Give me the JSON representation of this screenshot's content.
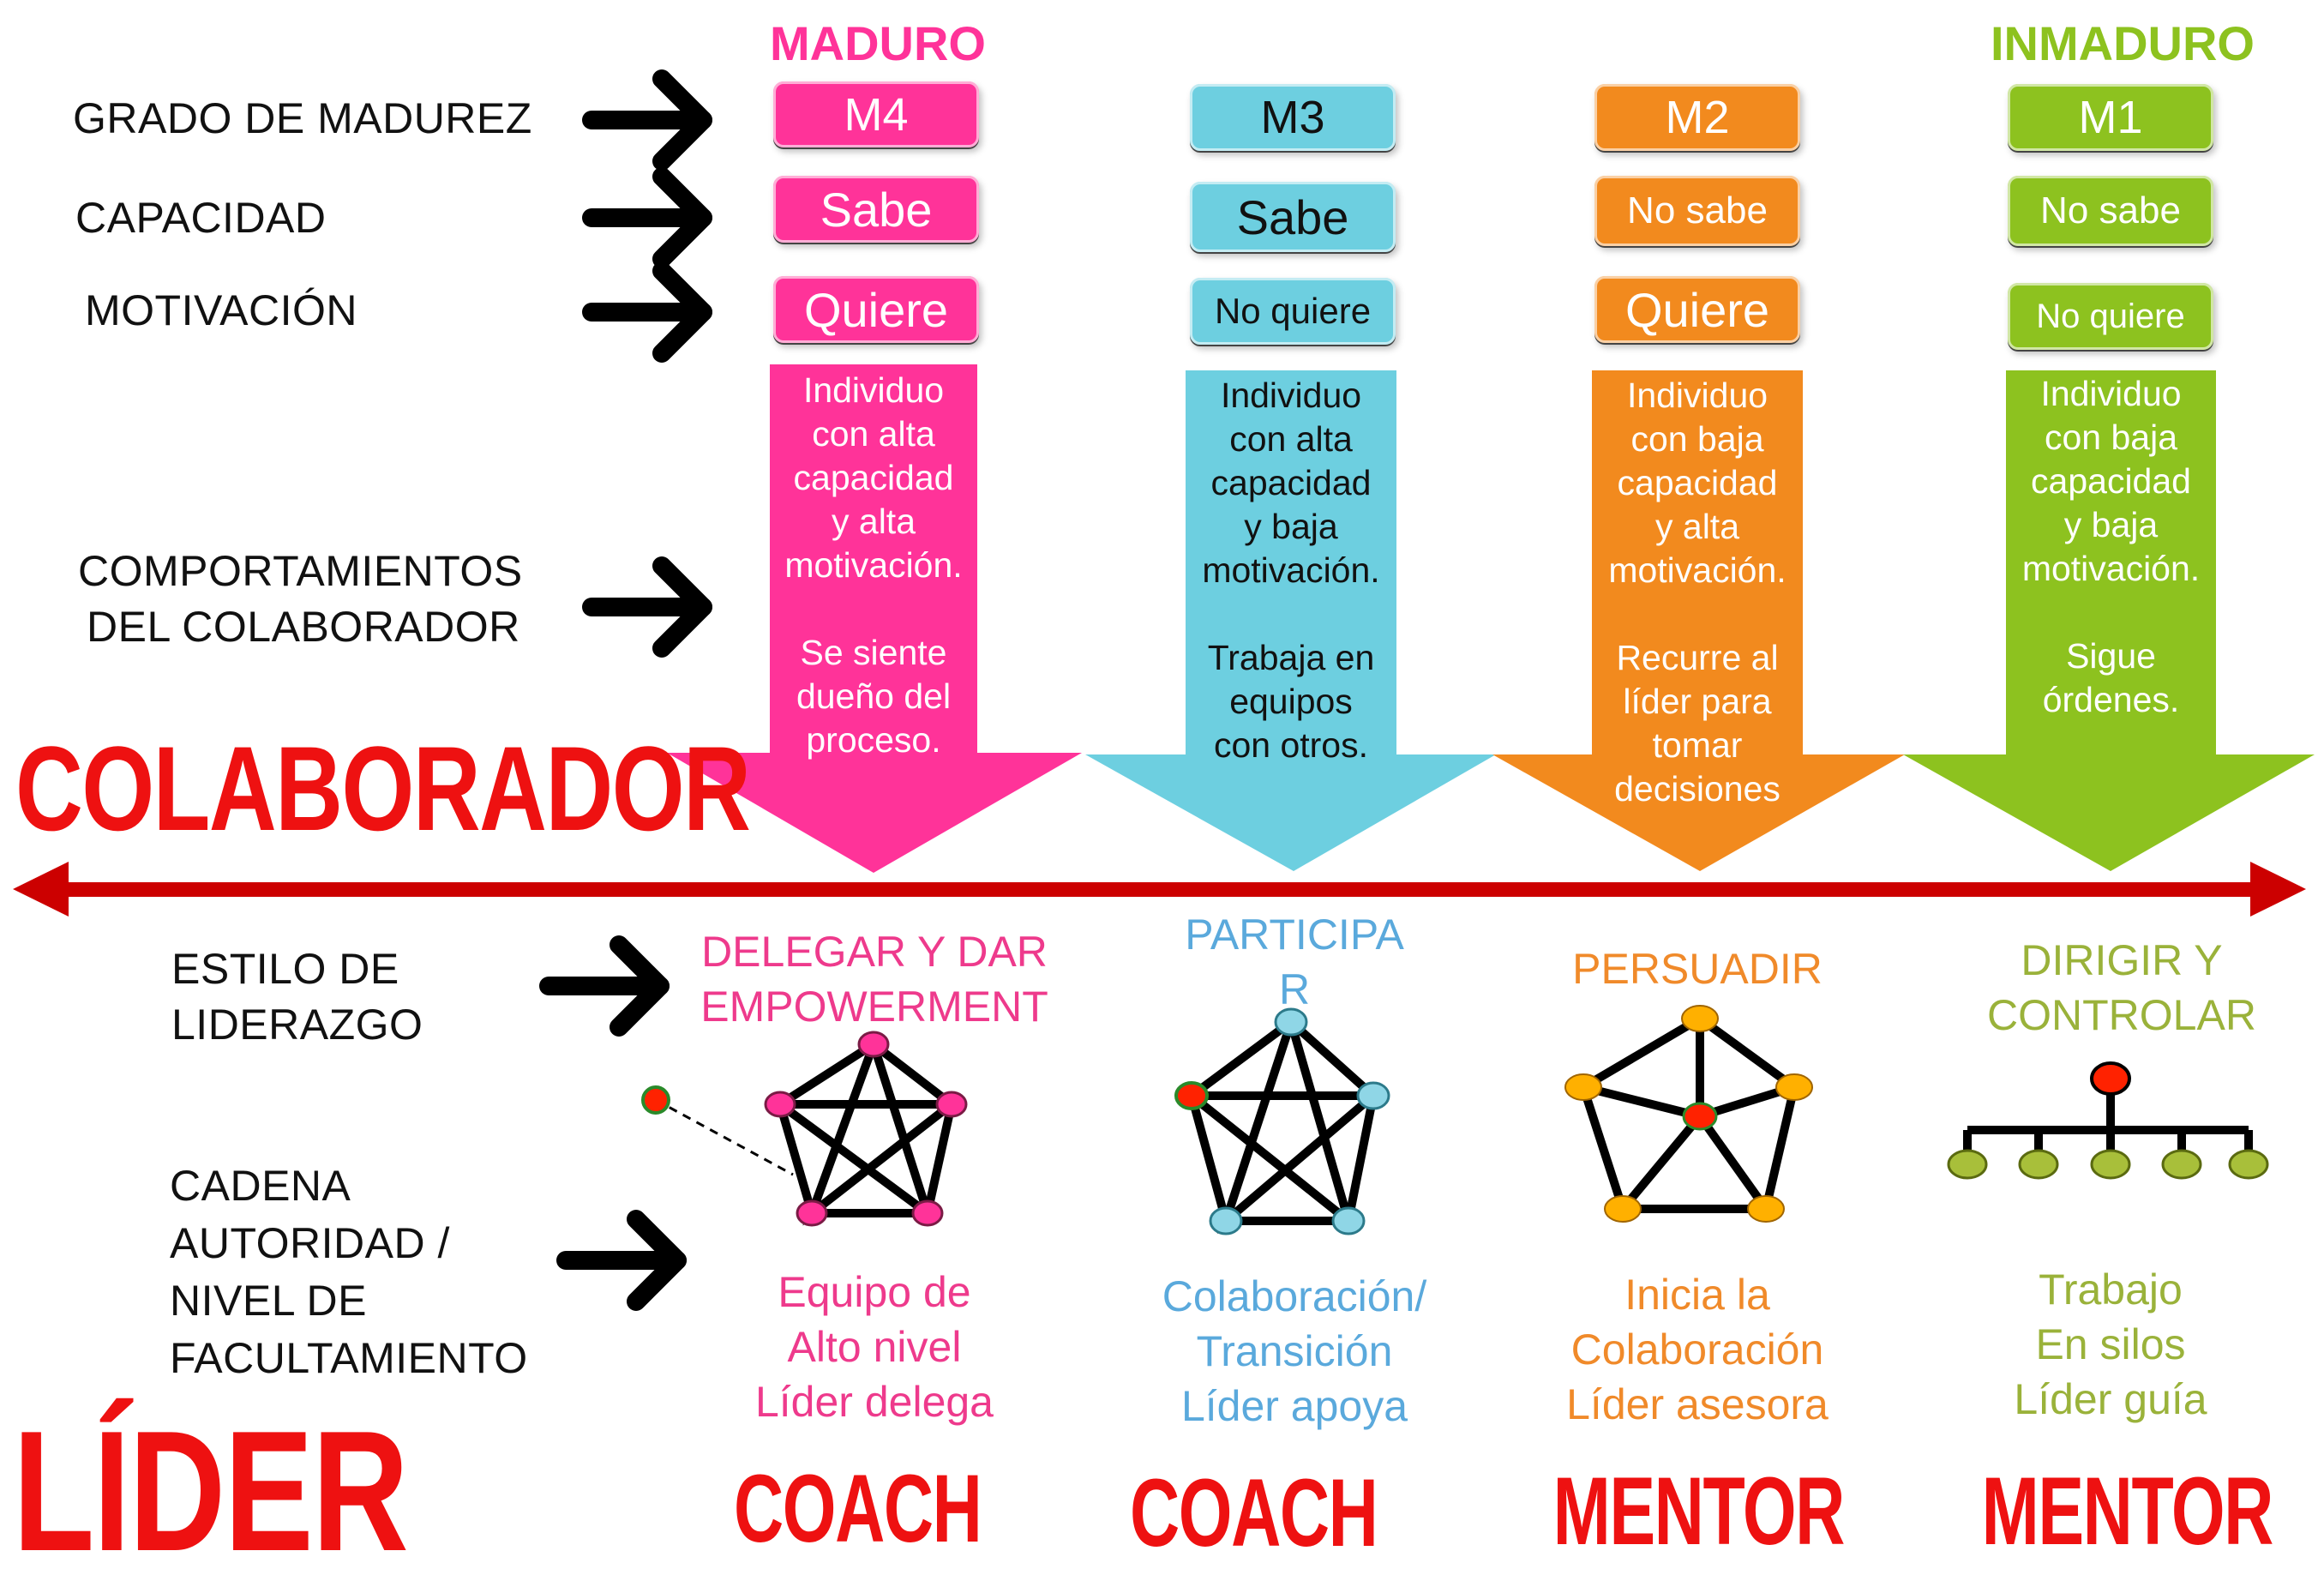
{
  "header": {
    "maduro": "MADURO",
    "inmaduro": "INMADURO"
  },
  "colors": {
    "m4": "#ff3399",
    "m3": "#6dcfe0",
    "m2": "#f28a1e",
    "m1": "#8dc21f",
    "red": "#ee1111"
  },
  "row_labels": {
    "grado": "GRADO DE MADUREZ",
    "capacidad": "CAPACIDAD",
    "motivacion": "MOTIVACIÓN",
    "comportamientos_1": "COMPORTAMIENTOS",
    "comportamientos_2": "DEL COLABORADOR",
    "estilo_1": "ESTILO DE",
    "estilo_2": "LIDERAZGO",
    "cadena_1": "CADENA",
    "cadena_2": "AUTORIDAD /",
    "cadena_3": "NIVEL DE",
    "cadena_4": "FACULTAMIENTO"
  },
  "side_titles": {
    "colaborador": "COLABORADOR",
    "lider": "LÍDER"
  },
  "columns": [
    {
      "level": "M4",
      "capacidad": "Sabe",
      "motivacion": "Quiere",
      "behavior": [
        "Individuo",
        "con alta",
        "capacidad",
        "y alta",
        "motivación.",
        "",
        "Se siente",
        "dueño del",
        "proceso."
      ],
      "style": [
        "DELEGAR Y DAR",
        "EMPOWERMENT"
      ],
      "chain": [
        "Equipo de",
        "Alto nivel",
        "Líder delega"
      ],
      "role": "COACH"
    },
    {
      "level": "M3",
      "capacidad": "Sabe",
      "motivacion": "No quiere",
      "behavior": [
        "Individuo",
        "con alta",
        "capacidad",
        "y baja",
        "motivación.",
        "",
        "Trabaja en",
        "equipos",
        "con otros."
      ],
      "style": [
        "PARTICIPA",
        "R"
      ],
      "chain": [
        "Colaboración/",
        "Transición",
        "Líder apoya"
      ],
      "role": "COACH"
    },
    {
      "level": "M2",
      "capacidad": "No sabe",
      "motivacion": "Quiere",
      "behavior": [
        "Individuo",
        "con baja",
        "capacidad",
        "y alta",
        "motivación.",
        "",
        "Recurre al",
        "líder para",
        "tomar",
        "decisiones"
      ],
      "style": [
        "PERSUADIR"
      ],
      "chain": [
        "Inicia la",
        "Colaboración",
        "Líder asesora"
      ],
      "role": "MENTOR"
    },
    {
      "level": "M1",
      "capacidad": "No sabe",
      "motivacion": "No quiere",
      "behavior": [
        "Individuo",
        "con baja",
        "capacidad",
        "y baja",
        "motivación.",
        "",
        "Sigue",
        "órdenes."
      ],
      "style": [
        "DIRIGIR Y",
        "CONTROLAR"
      ],
      "chain": [
        "Trabajo",
        "En silos",
        "Líder guía"
      ],
      "role": "MENTOR"
    }
  ]
}
